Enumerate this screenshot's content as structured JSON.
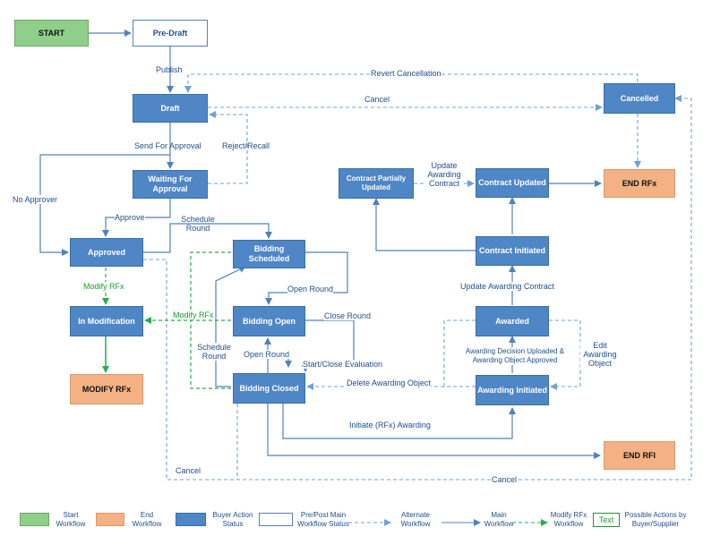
{
  "colors": {
    "start_fill": "#8fcf8a",
    "end_fill": "#f4b183",
    "buyer_fill": "#4f86c6",
    "main_line": "#4f81bd",
    "alternate_line": "#6fa0d8",
    "modify_line": "#22b14c",
    "label_text": "#1f4e8c"
  },
  "nodes": {
    "start": "START",
    "pre_draft": "Pre-Draft",
    "draft": "Draft",
    "waiting": "Waiting For Approval",
    "approved": "Approved",
    "in_modification": "In Modification",
    "modify_rfx": "MODIFY RFx",
    "cancelled": "Cancelled",
    "end_rfx": "END RFx",
    "end_rfi": "END RFI",
    "bidding_scheduled": "Bidding Scheduled",
    "bidding_open": "Bidding Open",
    "bidding_closed": "Bidding Closed",
    "contract_partially_updated": "Contract Partially Updated",
    "contract_updated": "Contract Updated",
    "contract_initiated": "Contract Initiated",
    "awarded": "Awarded",
    "awarding_initiated": "Awarding Initiated"
  },
  "edges": {
    "publish": "Publish",
    "revert_cancellation": "Revert Cancellation",
    "cancel_top": "Cancel",
    "send_for_approval": "Send For Approval",
    "reject_recall": "Reject/Recall",
    "no_approver": "No Approver",
    "approve": "Approve",
    "schedule_round_top": "Schedule Round",
    "modify_rfx_1": "Modify RFx",
    "modify_rfx_2": "Modify RFx",
    "open_round_1": "Open Round",
    "close_round": "Close Round",
    "schedule_round_left": "Schedule Round",
    "open_round_2": "Open Round",
    "start_close_evaluation": "Start/Close Evaluation",
    "delete_awarding_object": "Delete Awarding Object",
    "initiate_awarding": "Initiate (RFx) Awarding",
    "update_awarding_contract_top": "Update Awarding Contract",
    "update_awarding_contract": "Update Awarding Contract",
    "awarding_decision": "Awarding Decision Uploaded & Awarding Object Approved",
    "edit_awarding_object": "Edit Awarding Object",
    "cancel_left": "Cancel",
    "cancel_bottom": "Cancel"
  },
  "legend": {
    "start": "Start Workflow",
    "end": "End Workflow",
    "buyer": "Buyer Action Status",
    "prepost": "Pre/Post Main Workflow Status",
    "alternate": "Alternate Workflow",
    "main": "Main Workflow",
    "modify": "Modify RFx Workflow",
    "text_box": "Text",
    "possible": "Possible Actions by Buyer/Supplier"
  }
}
